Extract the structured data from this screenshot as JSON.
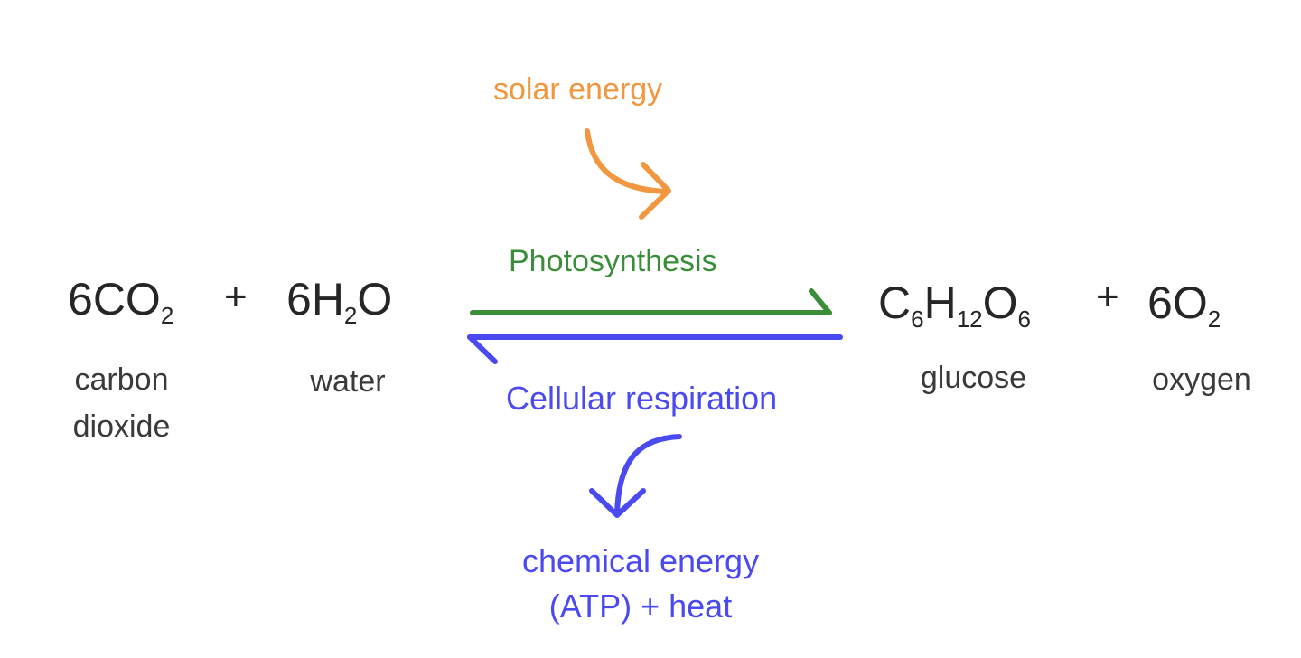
{
  "energy_input": "solar energy",
  "forward_process": "Photosynthesis",
  "reverse_process": "Cellular respiration",
  "energy_output": [
    "chemical energy",
    "(ATP) + heat"
  ],
  "reactants": [
    {
      "coef": "6",
      "parts": [
        {
          "el": "CO",
          "sub": "2"
        }
      ],
      "label": [
        "carbon",
        "dioxide"
      ]
    },
    {
      "coef": "6",
      "parts": [
        {
          "el": "H",
          "sub": "2"
        },
        {
          "el": "O",
          "sub": ""
        }
      ],
      "label": [
        "water"
      ]
    }
  ],
  "products": [
    {
      "coef": "",
      "parts": [
        {
          "el": "C",
          "sub": "6"
        },
        {
          "el": "H",
          "sub": "12"
        },
        {
          "el": "O",
          "sub": "6"
        }
      ],
      "label": [
        "glucose"
      ]
    },
    {
      "coef": "6",
      "parts": [
        {
          "el": "O",
          "sub": "2"
        }
      ],
      "label": [
        "oxygen"
      ]
    }
  ],
  "plus_sign": "+",
  "colors": {
    "solar": "#f0973f",
    "photosynthesis": "#3a8e3a",
    "respiration": "#4a4af0",
    "text": "#262626"
  }
}
